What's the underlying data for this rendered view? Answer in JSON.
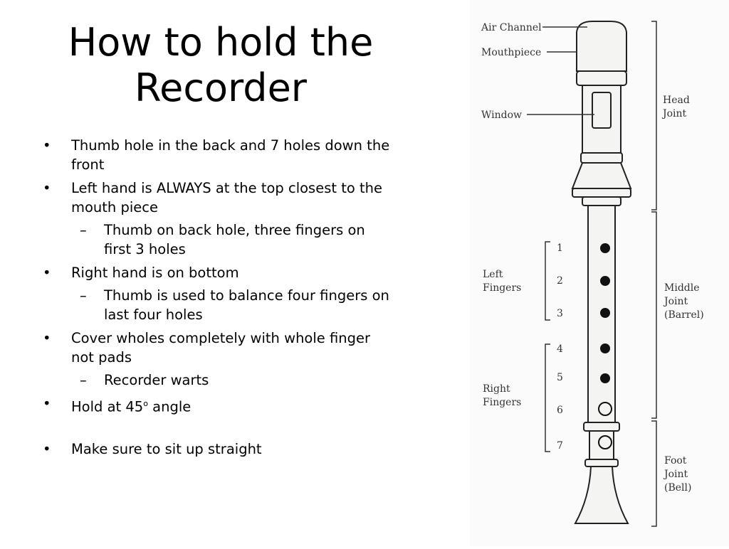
{
  "slide": {
    "title_line1": "How to hold the",
    "title_line2": "Recorder",
    "bullets": [
      {
        "level": 1,
        "text": "Thumb hole in the back and 7 holes down the front"
      },
      {
        "level": 1,
        "text": "Left hand is ALWAYS at the top closest to the mouth piece"
      },
      {
        "level": 2,
        "text": "Thumb on back hole, three fingers on first 3 holes"
      },
      {
        "level": 1,
        "text": "Right hand is on bottom"
      },
      {
        "level": 2,
        "text": "Thumb is used to balance four fingers on last four holes"
      },
      {
        "level": 1,
        "text": "Cover wholes completely with whole finger not pads"
      },
      {
        "level": 2,
        "text": "Recorder warts"
      },
      {
        "level": 1,
        "text_before": "Hold at 45",
        "sup": "o",
        "text_after": " angle"
      },
      {
        "level": 1,
        "text": "Make sure to sit up straight"
      }
    ],
    "bullet_mark": "•",
    "sub_mark": "–"
  },
  "diagram": {
    "labels": {
      "air_channel": "Air Channel",
      "mouthpiece": "Mouthpiece",
      "window": "Window",
      "head": "Head",
      "joint": "Joint",
      "left": "Left",
      "right": "Right",
      "fingers": "Fingers",
      "middle": "Middle",
      "barrel": "(Barrel)",
      "foot": "Foot",
      "bell": "(Bell)"
    },
    "hole_numbers": [
      "1",
      "2",
      "3",
      "4",
      "5",
      "6",
      "7"
    ]
  }
}
